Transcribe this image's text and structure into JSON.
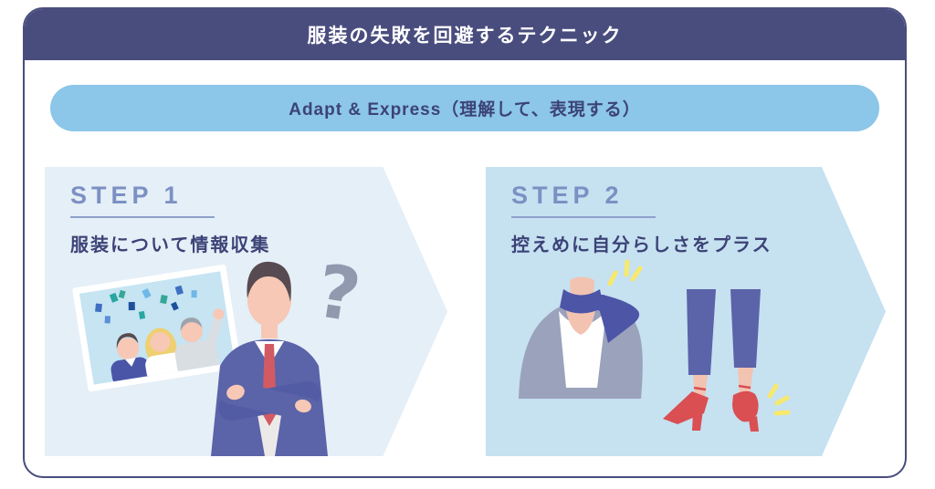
{
  "header": {
    "title": "服装の失敗を回避するテクニック"
  },
  "pill": {
    "label": "Adapt & Express（理解して、表現する）"
  },
  "steps": [
    {
      "label": "STEP 1",
      "description": "服装について情報収集",
      "question_mark": "?",
      "illustrations": [
        "group-photo-illustration",
        "thinking-businessman-illustration",
        "question-mark-icon"
      ]
    },
    {
      "label": "STEP 2",
      "description": "控えめに自分らしさをプラス",
      "illustrations": [
        "scarf-outfit-illustration",
        "red-heels-illustration",
        "sparkle-icon"
      ]
    }
  ],
  "colors": {
    "navy_header": "#494D7E",
    "pill_blue": "#8CC6E8",
    "step1_panel": "#E5EFF7",
    "step2_panel": "#C6E1F0",
    "step_label_blue": "#7C90C3",
    "text_navy": "#3C4377",
    "suit_blue": "#5B63A9",
    "scarf_blue": "#4C55A6",
    "jacket_gray": "#9AA2BC",
    "skin": "#F6C8B5",
    "tie_red": "#D25B63",
    "heel_red": "#D94F52",
    "sparkle_yellow": "#F7E96B",
    "question_gray": "#9099AE",
    "photo_sky": "#C6E4F2"
  }
}
